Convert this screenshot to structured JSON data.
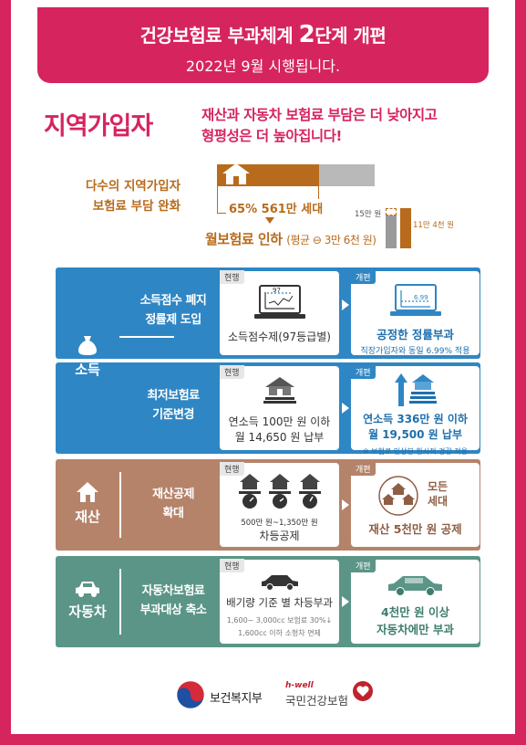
{
  "header": {
    "title_pre": "건강보험료 부과체계 ",
    "title_num": "2",
    "title_post": "단계 개편",
    "subtitle": "2022년 9월 시행됩니다."
  },
  "section": {
    "title": "지역가입자",
    "headline_line1": "재산과 자동차 보험료 부담은 더 낮아지고",
    "headline_line2": "형평성은 더 높아집니다!"
  },
  "burden": {
    "label_line1": "다수의 지역가입자",
    "label_line2": "보험료 부담 완화",
    "share_text": "65% 561만 세대",
    "share_fraction": 0.65,
    "premium_main": "월보험료 인하",
    "premium_sub": "(평균 ⊖ 3만 6천 원)",
    "before_label": "15만 원",
    "after_label": "11만 4천 원"
  },
  "income": {
    "category": "소득",
    "row1": {
      "subject_line1": "소득점수 폐지",
      "subject_line2": "정률제 도입",
      "cur_tag": "현행",
      "cur_chart_label": "97",
      "cur_text": "소득점수제(97등급별)",
      "new_tag": "개편",
      "new_chart_label": "6.99",
      "new_title": "공정한 정률부과",
      "new_sub": "직장가입자와 동일 6.99% 적용"
    },
    "row2": {
      "subject_line1": "최저보험료",
      "subject_line2": "기준변경",
      "cur_tag": "현행",
      "cur_line1": "연소득 100만 원 이하",
      "cur_line2": "월 14,650 원 납부",
      "new_tag": "개편",
      "new_line1": "연소득 336만 원 이하",
      "new_line2": "월 19,500 원 납부",
      "new_note": "※ 보험료 인상분 한시적 경감 적용"
    }
  },
  "asset": {
    "category": "재산",
    "subject_line1": "재산공제",
    "subject_line2": "확대",
    "cur_tag": "현행",
    "cur_line1": "500만 원~1,350만 원",
    "cur_line2": "차등공제",
    "new_tag": "개편",
    "new_badge_line1": "모든",
    "new_badge_line2": "세대",
    "new_text": "재산 5천만 원 공제"
  },
  "car": {
    "category": "자동차",
    "subject_line1": "자동차보험료",
    "subject_line2": "부과대상 축소",
    "cur_tag": "현행",
    "cur_main": "배기량 기준 별 차등부과",
    "cur_note1": "1,600~ 3,000cc 보험료 30%↓",
    "cur_note2": "1,600cc 이하 소형차 면제",
    "new_tag": "개편",
    "new_line1": "4천만 원 이상",
    "new_line2": "자동차에만 부과"
  },
  "footer": {
    "mohw": "보건복지부",
    "hwell": "h-well",
    "nhis": "국민건강보험"
  },
  "colors": {
    "brand": "#d6245f",
    "brown": "#b86b1c",
    "income": "#2f86c4",
    "asset": "#b5836a",
    "car": "#5b9587"
  }
}
